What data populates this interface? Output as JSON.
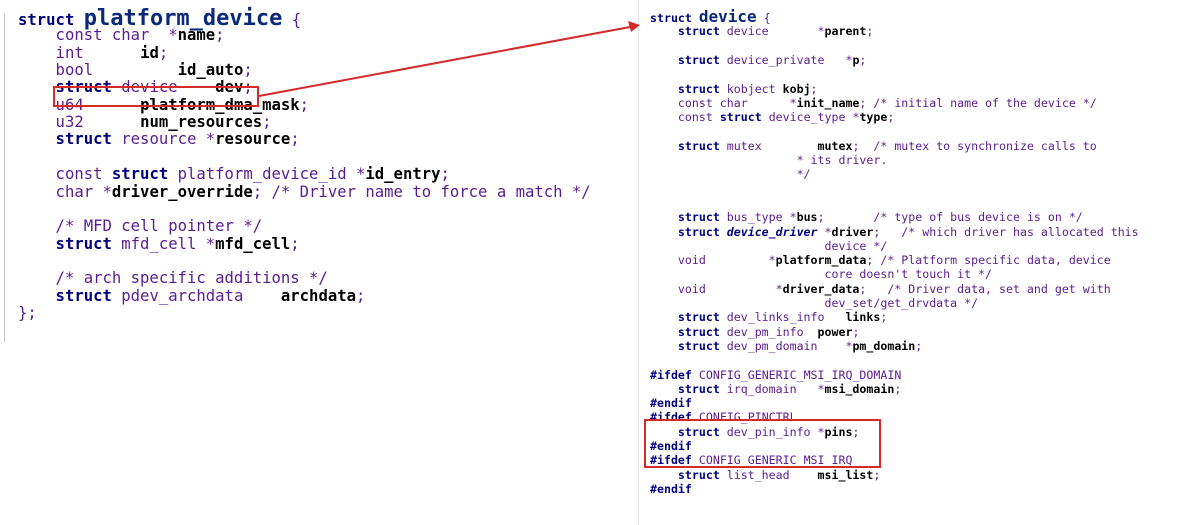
{
  "left_code": [
    [
      {
        "t": "struct ",
        "c": "k"
      },
      {
        "t": "platform_device",
        "c": "k xl"
      },
      {
        "t": " {",
        "c": "p"
      }
    ],
    [
      {
        "t": "    const char  ",
        "c": "t"
      },
      {
        "t": "*",
        "c": "p"
      },
      {
        "t": "name",
        "c": "i"
      },
      {
        "t": ";",
        "c": "p"
      }
    ],
    [
      {
        "t": "    int      ",
        "c": "t"
      },
      {
        "t": "id",
        "c": "i"
      },
      {
        "t": ";",
        "c": "p"
      }
    ],
    [
      {
        "t": "    bool         ",
        "c": "t"
      },
      {
        "t": "id_auto",
        "c": "i"
      },
      {
        "t": ";",
        "c": "p"
      }
    ],
    [
      {
        "t": "    struct ",
        "c": "k"
      },
      {
        "t": "device    ",
        "c": "t"
      },
      {
        "t": "dev",
        "c": "i"
      },
      {
        "t": ";",
        "c": "p"
      }
    ],
    [
      {
        "t": "    u64      ",
        "c": "t"
      },
      {
        "t": "platform_dma_mask",
        "c": "i"
      },
      {
        "t": ";",
        "c": "p"
      }
    ],
    [
      {
        "t": "    u32      ",
        "c": "t"
      },
      {
        "t": "num_resources",
        "c": "i"
      },
      {
        "t": ";",
        "c": "p"
      }
    ],
    [
      {
        "t": "    struct ",
        "c": "k"
      },
      {
        "t": "resource ",
        "c": "t"
      },
      {
        "t": "*",
        "c": "p"
      },
      {
        "t": "resource",
        "c": "i"
      },
      {
        "t": ";",
        "c": "p"
      }
    ],
    [],
    [
      {
        "t": "    const ",
        "c": "t"
      },
      {
        "t": "struct ",
        "c": "k"
      },
      {
        "t": "platform_device_id ",
        "c": "t"
      },
      {
        "t": "*",
        "c": "p"
      },
      {
        "t": "id_entry",
        "c": "i"
      },
      {
        "t": ";",
        "c": "p"
      }
    ],
    [
      {
        "t": "    char ",
        "c": "t"
      },
      {
        "t": "*",
        "c": "p"
      },
      {
        "t": "driver_override",
        "c": "i"
      },
      {
        "t": "; /* Driver name to force a match */",
        "c": "c"
      }
    ],
    [],
    [
      {
        "t": "    /* MFD cell pointer */",
        "c": "c"
      }
    ],
    [
      {
        "t": "    struct ",
        "c": "k"
      },
      {
        "t": "mfd_cell ",
        "c": "t"
      },
      {
        "t": "*",
        "c": "p"
      },
      {
        "t": "mfd_cell",
        "c": "i"
      },
      {
        "t": ";",
        "c": "p"
      }
    ],
    [],
    [
      {
        "t": "    /* arch specific additions */",
        "c": "c"
      }
    ],
    [
      {
        "t": "    struct ",
        "c": "k"
      },
      {
        "t": "pdev_archdata    ",
        "c": "t"
      },
      {
        "t": "archdata",
        "c": "i"
      },
      {
        "t": ";",
        "c": "p"
      }
    ],
    [
      {
        "t": "};",
        "c": "p"
      }
    ]
  ],
  "right_code": [
    [
      {
        "t": "struct ",
        "c": "k"
      },
      {
        "t": "device",
        "c": "k lg"
      },
      {
        "t": " {",
        "c": "p"
      }
    ],
    [
      {
        "t": "    struct ",
        "c": "k"
      },
      {
        "t": "device       ",
        "c": "t"
      },
      {
        "t": "*",
        "c": "p"
      },
      {
        "t": "parent",
        "c": "i"
      },
      {
        "t": ";",
        "c": "p"
      }
    ],
    [],
    [
      {
        "t": "    struct ",
        "c": "k"
      },
      {
        "t": "device_private   ",
        "c": "t"
      },
      {
        "t": "*",
        "c": "p"
      },
      {
        "t": "p",
        "c": "i"
      },
      {
        "t": ";",
        "c": "p"
      }
    ],
    [],
    [
      {
        "t": "    struct ",
        "c": "k"
      },
      {
        "t": "kobject ",
        "c": "t"
      },
      {
        "t": "kobj",
        "c": "i"
      },
      {
        "t": ";",
        "c": "p"
      }
    ],
    [
      {
        "t": "    const char      ",
        "c": "t"
      },
      {
        "t": "*",
        "c": "p"
      },
      {
        "t": "init_name",
        "c": "i"
      },
      {
        "t": "; /* initial name of the device */",
        "c": "c"
      }
    ],
    [
      {
        "t": "    const ",
        "c": "t"
      },
      {
        "t": "struct ",
        "c": "k"
      },
      {
        "t": "device_type ",
        "c": "t"
      },
      {
        "t": "*",
        "c": "p"
      },
      {
        "t": "type",
        "c": "i"
      },
      {
        "t": ";",
        "c": "p"
      }
    ],
    [],
    [
      {
        "t": "    struct ",
        "c": "k"
      },
      {
        "t": "mutex        ",
        "c": "t"
      },
      {
        "t": "mutex",
        "c": "i"
      },
      {
        "t": ";  /* mutex to synchronize calls to",
        "c": "c"
      }
    ],
    [
      {
        "t": "                     * its driver.",
        "c": "c"
      }
    ],
    [
      {
        "t": "                     */",
        "c": "c"
      }
    ],
    [],
    [],
    [
      {
        "t": "    struct ",
        "c": "k"
      },
      {
        "t": "bus_type ",
        "c": "t"
      },
      {
        "t": "*",
        "c": "p"
      },
      {
        "t": "bus",
        "c": "i"
      },
      {
        "t": ";       /* type of bus device is on */",
        "c": "c"
      }
    ],
    [
      {
        "t": "    struct ",
        "c": "k"
      },
      {
        "t": "device_driver",
        "c": "k it"
      },
      {
        "t": " *",
        "c": "p"
      },
      {
        "t": "driver",
        "c": "i"
      },
      {
        "t": ";   /* which driver has allocated this",
        "c": "c"
      }
    ],
    [
      {
        "t": "                         device */",
        "c": "c"
      }
    ],
    [
      {
        "t": "    void         ",
        "c": "t"
      },
      {
        "t": "*",
        "c": "p"
      },
      {
        "t": "platform_data",
        "c": "i"
      },
      {
        "t": "; /* Platform specific data, device",
        "c": "c"
      }
    ],
    [
      {
        "t": "                         core doesn't touch it */",
        "c": "c"
      }
    ],
    [
      {
        "t": "    void          ",
        "c": "t"
      },
      {
        "t": "*",
        "c": "p"
      },
      {
        "t": "driver_data",
        "c": "i"
      },
      {
        "t": ";   /* Driver data, set and get with",
        "c": "c"
      }
    ],
    [
      {
        "t": "                         dev_set/get_drvdata */",
        "c": "c"
      }
    ],
    [
      {
        "t": "    struct ",
        "c": "k"
      },
      {
        "t": "dev_links_info   ",
        "c": "t"
      },
      {
        "t": "links",
        "c": "i"
      },
      {
        "t": ";",
        "c": "p"
      }
    ],
    [
      {
        "t": "    struct ",
        "c": "k"
      },
      {
        "t": "dev_pm_info  ",
        "c": "t"
      },
      {
        "t": "power",
        "c": "i"
      },
      {
        "t": ";",
        "c": "p"
      }
    ],
    [
      {
        "t": "    struct ",
        "c": "k"
      },
      {
        "t": "dev_pm_domain    ",
        "c": "t"
      },
      {
        "t": "*",
        "c": "p"
      },
      {
        "t": "pm_domain",
        "c": "i"
      },
      {
        "t": ";",
        "c": "p"
      }
    ],
    [],
    [
      {
        "t": "#ifdef ",
        "c": "k"
      },
      {
        "t": "CONFIG_GENERIC_MSI_IRQ_DOMAIN",
        "c": "t"
      }
    ],
    [
      {
        "t": "    struct ",
        "c": "k"
      },
      {
        "t": "irq_domain   ",
        "c": "t"
      },
      {
        "t": "*",
        "c": "p"
      },
      {
        "t": "msi_domain",
        "c": "i"
      },
      {
        "t": ";",
        "c": "p"
      }
    ],
    [
      {
        "t": "#endif",
        "c": "k"
      }
    ],
    [
      {
        "t": "#ifdef ",
        "c": "k"
      },
      {
        "t": "CONFIG_PINCTRL",
        "c": "t"
      }
    ],
    [
      {
        "t": "    struct ",
        "c": "k"
      },
      {
        "t": "dev_pin_info ",
        "c": "t"
      },
      {
        "t": "*",
        "c": "p"
      },
      {
        "t": "pins",
        "c": "i"
      },
      {
        "t": ";",
        "c": "p"
      }
    ],
    [
      {
        "t": "#endif",
        "c": "k"
      }
    ],
    [
      {
        "t": "#ifdef ",
        "c": "k"
      },
      {
        "t": "CONFIG_GENERIC_MSI_IRQ",
        "c": "t"
      }
    ],
    [
      {
        "t": "    struct ",
        "c": "k"
      },
      {
        "t": "list_head    ",
        "c": "t"
      },
      {
        "t": "msi_list",
        "c": "i"
      },
      {
        "t": ";",
        "c": "p"
      }
    ],
    [
      {
        "t": "#endif",
        "c": "k"
      }
    ]
  ],
  "highlight_color": "#d42a2a"
}
